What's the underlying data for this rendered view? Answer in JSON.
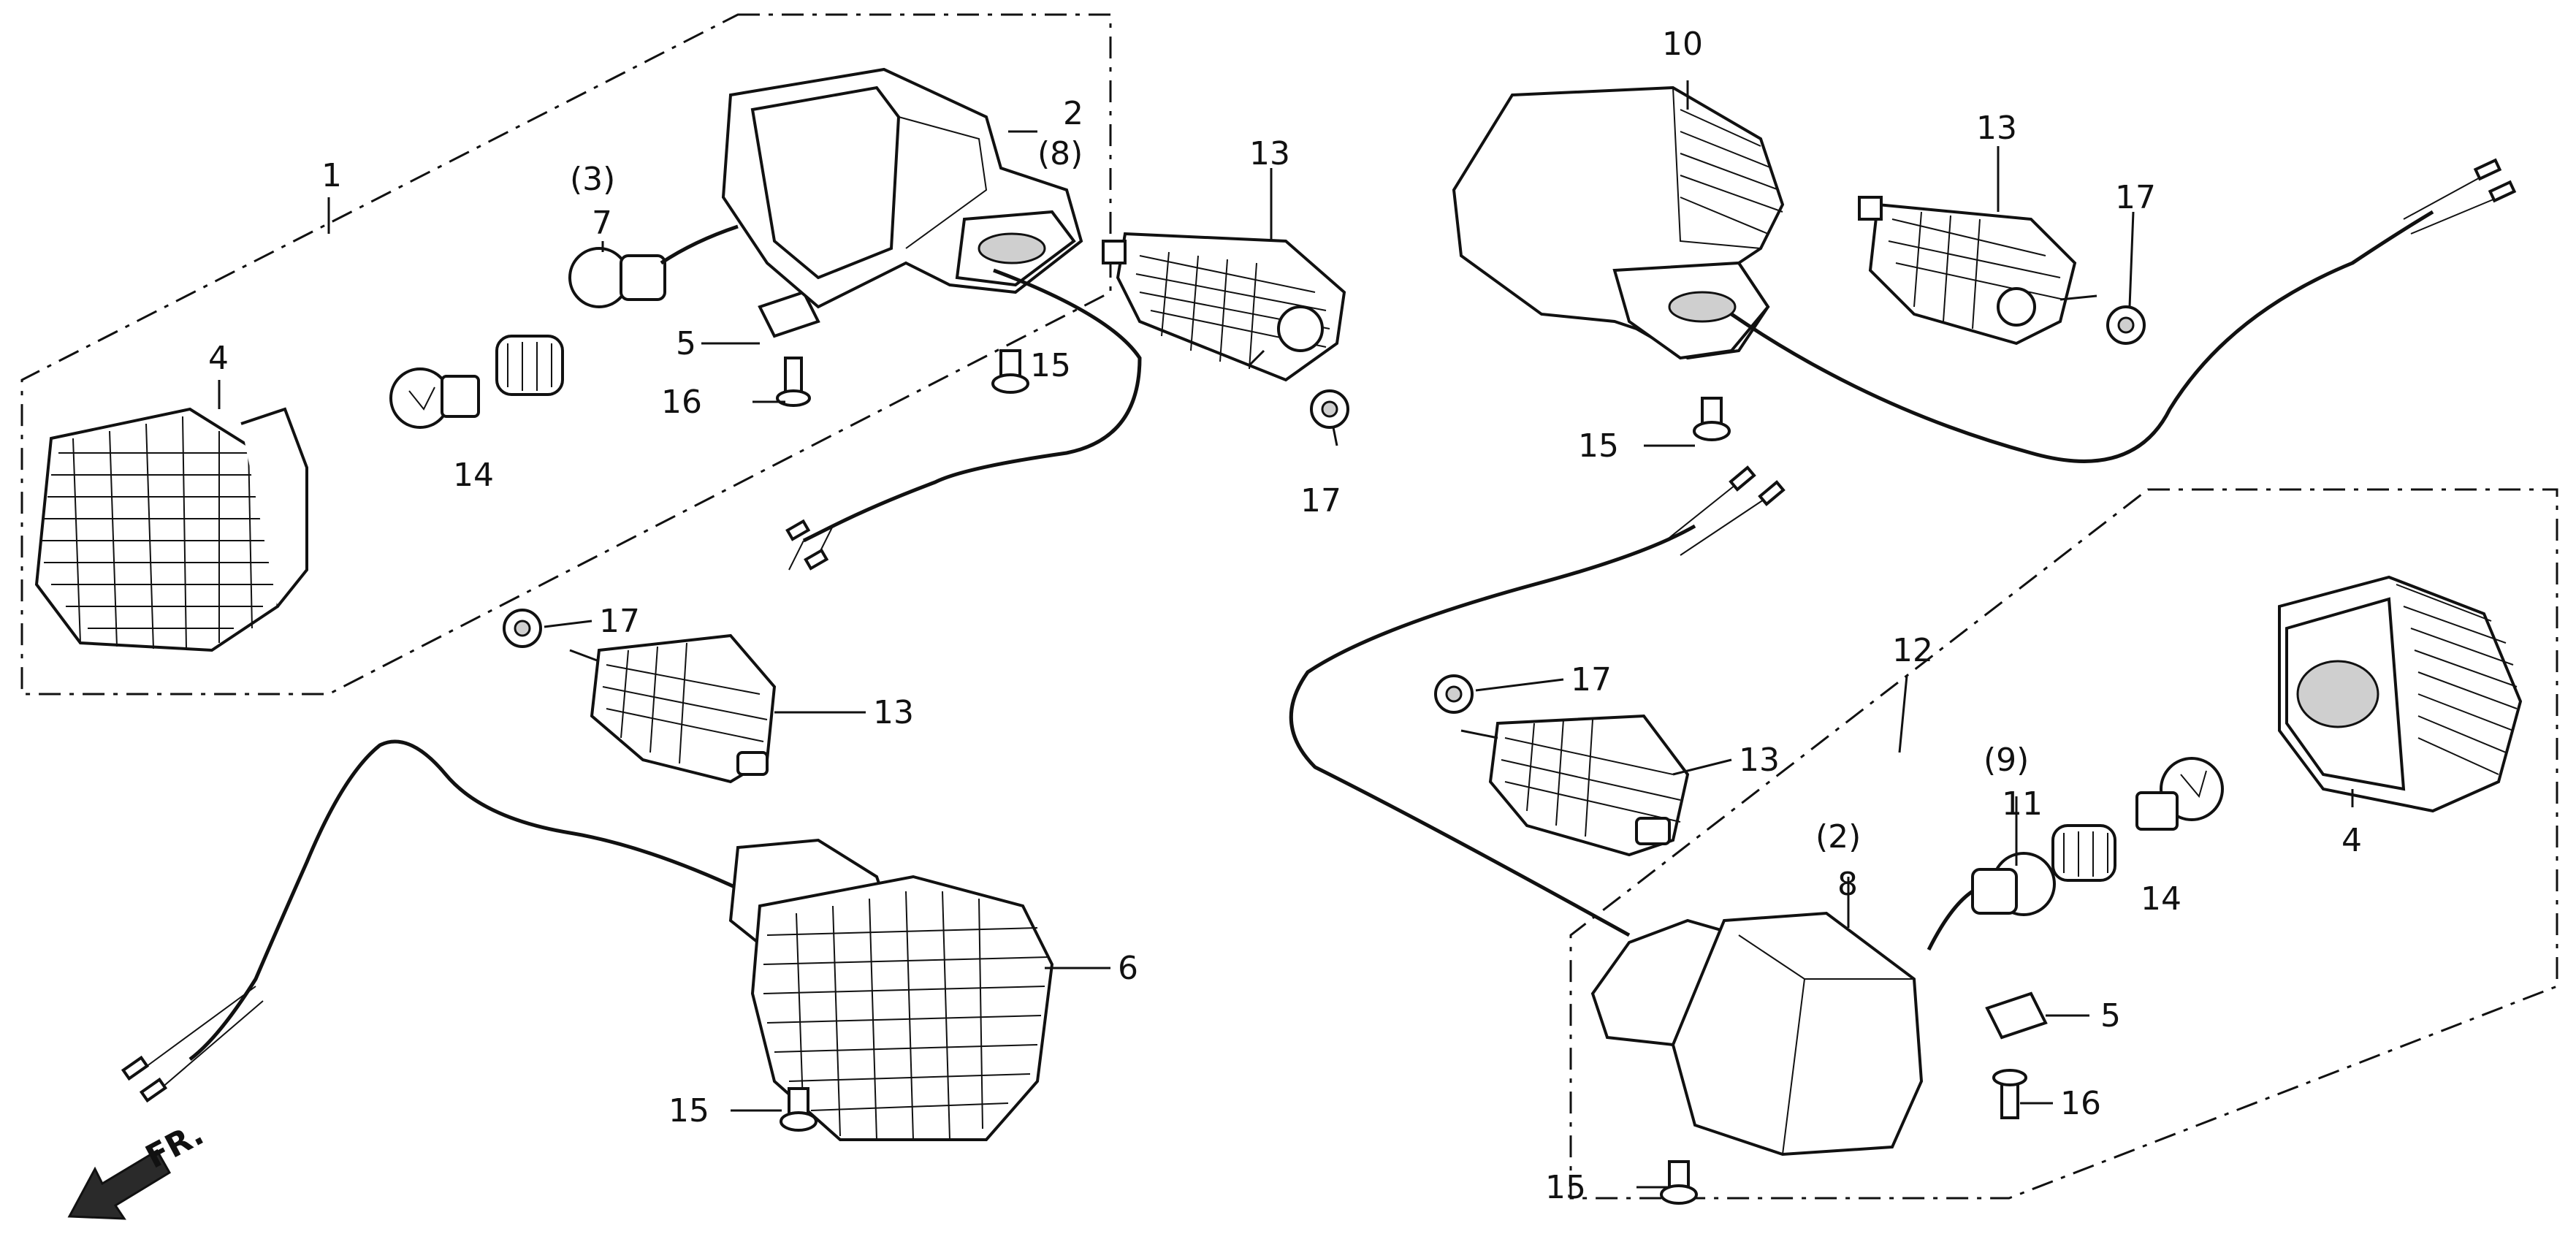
{
  "labels": {
    "l1": "1",
    "l2": "2",
    "l8p": "(8)",
    "l3p": "(3)",
    "l7": "7",
    "l4a": "4",
    "l5a": "5",
    "l16a": "16",
    "l14a": "14",
    "l13a": "13",
    "l15a": "15",
    "l17a": "17",
    "l10": "10",
    "l13b": "13",
    "l17b": "17",
    "l15b": "15",
    "l17c": "17",
    "l13c": "13",
    "l6": "6",
    "l15c": "15",
    "l12": "12",
    "l17d": "17",
    "l13d": "13",
    "l9p": "(9)",
    "l11": "11",
    "l2p": "(2)",
    "l8": "8",
    "l14b": "14",
    "l4b": "4",
    "l5b": "5",
    "l16b": "16",
    "l15d": "15"
  },
  "front_marker": "FR."
}
